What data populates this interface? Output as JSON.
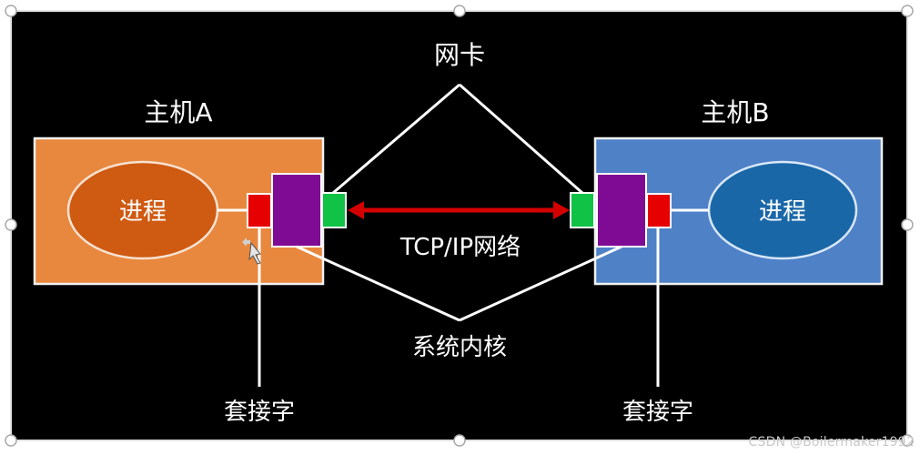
{
  "diagram": {
    "nic_label": "网卡",
    "host_a": {
      "title": "主机A",
      "process_label": "进程",
      "box_color": "#e8883e",
      "process_color": "#cf5a12"
    },
    "host_b": {
      "title": "主机B",
      "process_label": "进程",
      "box_color": "#4f81c7",
      "process_color": "#1a67a8"
    },
    "network_label": "TCP/IP网络",
    "kernel_label": "系统内核",
    "socket_label_left": "套接字",
    "socket_label_right": "套接字",
    "colors": {
      "background": "#000000",
      "socket": "#e60000",
      "kernel": "#7f0a93",
      "nic": "#10c246",
      "arrow": "#d40000",
      "line": "#ffffff"
    }
  },
  "watermark": "CSDN @Boilermaker1992"
}
